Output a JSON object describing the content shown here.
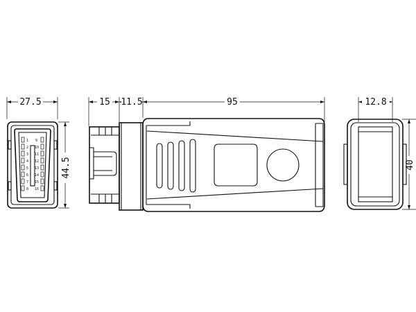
{
  "drawing": {
    "dimensions": {
      "front_width": "27.5",
      "front_height": "44.5",
      "side_plug_length": "15",
      "side_collar_length": "11.5",
      "side_body_length": "95",
      "end_width": "12.8",
      "end_height": "40"
    },
    "pin_numbers": {
      "row_top": [
        "1",
        "2",
        "3",
        "4",
        "5",
        "6",
        "7",
        "8"
      ],
      "row_bottom": [
        "9",
        "10",
        "11",
        "12",
        "13",
        "14",
        "15",
        "16"
      ]
    },
    "line_color": "#111111",
    "background_color": "#ffffff"
  }
}
